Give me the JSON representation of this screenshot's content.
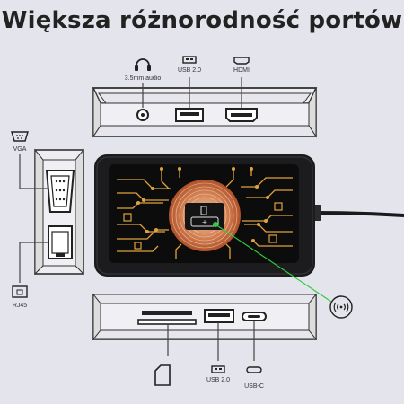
{
  "title": "Większa różnorodność portów",
  "ports": {
    "top": {
      "audio": "3.5mm audio",
      "usb": "USB 2.0",
      "hdmi": "HDMI"
    },
    "left": {
      "vga": "VGA",
      "rj45": "RJ45"
    },
    "bottom": {
      "usb": "USB 2.0",
      "usbc": "USB-C"
    }
  },
  "icons": [
    "headphones-icon",
    "usb-icon",
    "hdmi-icon",
    "vga-icon",
    "ethernet-icon",
    "sd-card-icon",
    "usb-c-icon",
    "wireless-charging-icon"
  ],
  "colors": {
    "background": "#e4e4ec",
    "hub": "#1c1c1e",
    "circuit": "#e0a23c",
    "pointer": "#2ecc40"
  }
}
